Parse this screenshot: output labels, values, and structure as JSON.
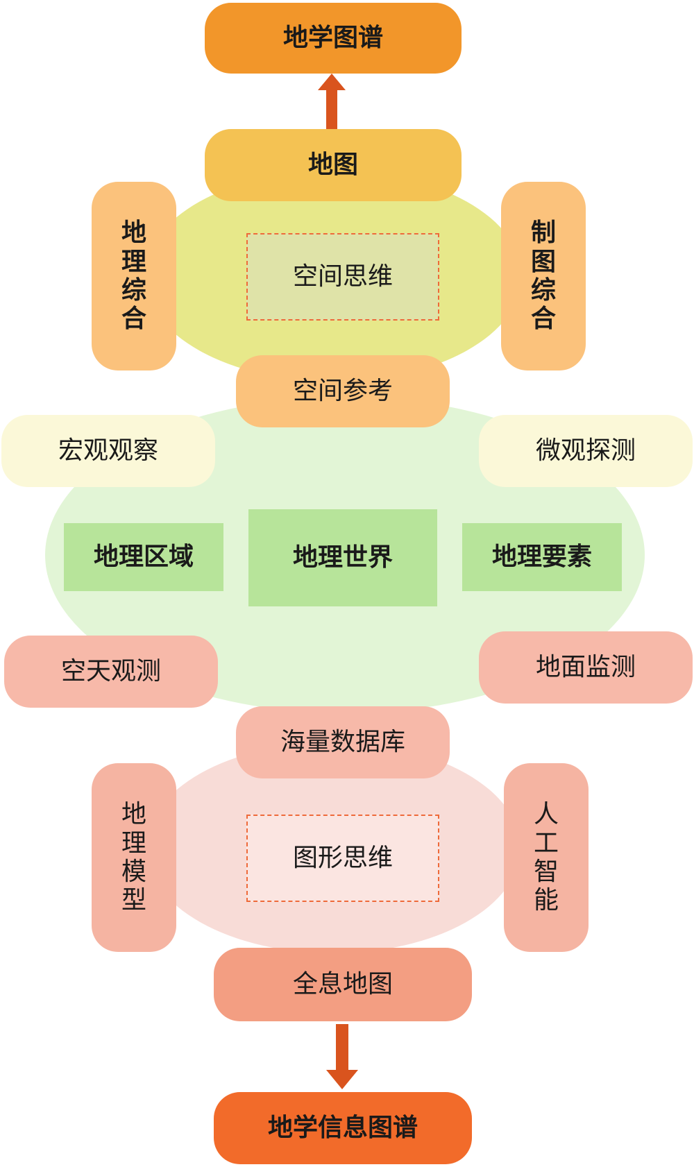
{
  "colors": {
    "top_title": "#f2962a",
    "map": "#f4c253",
    "yellow_ellipse": "#e7e88a",
    "side_orange": "#fbc27c",
    "space_thinking_fill": "#dfe3a8",
    "spatial_ref": "#fbc27c",
    "green_ellipse": "#e2f5d6",
    "observe_boxes": "#fbf8d8",
    "green_boxes": "#b7e49a",
    "salmon_boxes": "#f7b9a9",
    "pink_ellipse": "#f8dcd7",
    "side_pink": "#f5b4a2",
    "graph_thinking_fill": "#fbe5e1",
    "holo_map": "#f39e82",
    "bottom_title": "#f26b2a",
    "arrow": "#d9541e"
  },
  "nodes": {
    "top_title": "地学图谱",
    "map": "地图",
    "geo_synthesis": [
      "地",
      "理",
      "综",
      "合"
    ],
    "carto_synthesis": [
      "制",
      "图",
      "综",
      "合"
    ],
    "spatial_thinking": "空间思维",
    "spatial_reference": "空间参考",
    "macro_observation": "宏观观察",
    "micro_detection": "微观探测",
    "geo_region": "地理区域",
    "geo_world": "地理世界",
    "geo_element": "地理要素",
    "space_observation": "空天观测",
    "ground_monitoring": "地面监测",
    "massive_database": "海量数据库",
    "geo_model": [
      "地",
      "理",
      "模",
      "型"
    ],
    "ai": [
      "人",
      "工",
      "智",
      "能"
    ],
    "graphic_thinking": "图形思维",
    "holographic_map": "全息地图",
    "bottom_title": "地学信息图谱"
  }
}
